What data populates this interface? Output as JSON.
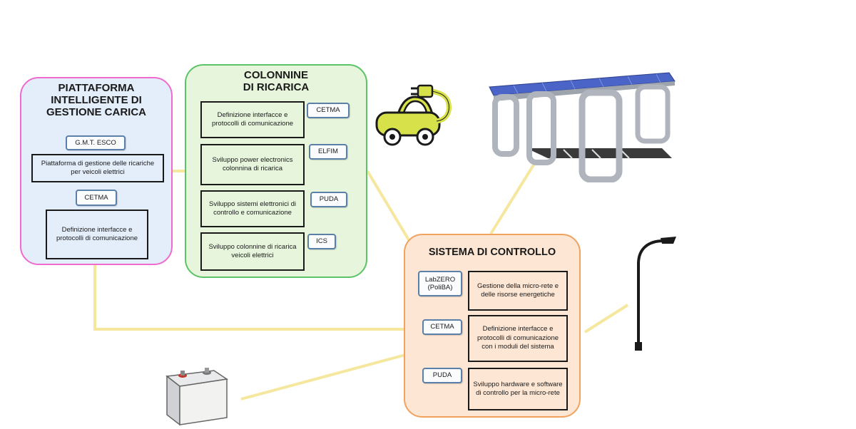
{
  "colors": {
    "connector": "#f5e79e",
    "platform_border": "#f06ad0",
    "platform_fill": "#e4eefb",
    "stations_border": "#5cc466",
    "stations_fill": "#e6f5dc",
    "control_border": "#f0a25e",
    "control_fill": "#fde6d4"
  },
  "platform": {
    "title": "PIATTAFORMA\nINTELLIGENTE DI\nGESTIONE CARICA",
    "tag1": "G.M.T. ESCO",
    "box1": "Piattaforma di gestione delle ricariche per veicoli elettrici",
    "tag2": "CETMA",
    "box2": "Definizione interfacce e protocolli di comunicazione"
  },
  "stations": {
    "title": "COLONNINE\nDI RICARICA",
    "rows": [
      {
        "text": "Definizione interfacce e protocolli di comunicazione",
        "tag": "CETMA"
      },
      {
        "text": "Sviluppo power electronics colonnina di ricarica",
        "tag": "ELFIM"
      },
      {
        "text": "Sviluppo sistemi elettronici di controllo e comunicazione",
        "tag": "PUDA"
      },
      {
        "text": "Sviluppo colonnine di ricarica veicoli elettrici",
        "tag": "ICS"
      }
    ]
  },
  "control": {
    "title": "SISTEMA DI CONTROLLO",
    "rows": [
      {
        "tag": "LabZERO\n(PoliBA)",
        "text": "Gestione della micro-rete e delle risorse energetiche"
      },
      {
        "tag": "CETMA",
        "text": "Definizione interfacce e protocolli di comunicazione con i moduli del sistema"
      },
      {
        "tag": "PUDA",
        "text": "Sviluppo hardware e software di controllo per la micro-rete"
      }
    ]
  },
  "icons": {
    "car": "electric-car-icon",
    "solar": "solar-carport-icon",
    "lamp": "street-lamp-icon",
    "battery": "battery-icon"
  }
}
